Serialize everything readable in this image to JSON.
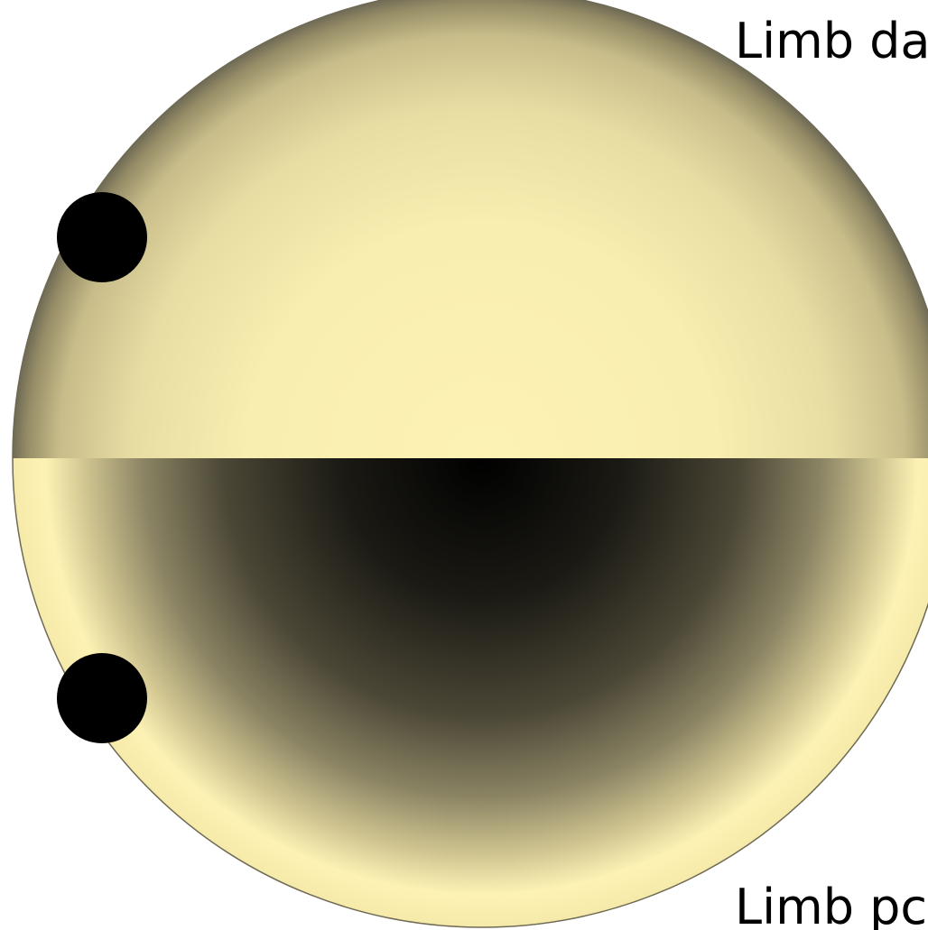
{
  "labels": {
    "top": "Limb da",
    "bottom": "Limb pc"
  },
  "colors": {
    "disk_bright": "#fdf2b4",
    "disk_dark": "#000000",
    "spot": "#000000",
    "outline": "#6f6a55"
  },
  "disk": {
    "upper_half": "limb-darkened",
    "lower_half": "limb-brightened"
  },
  "spots": [
    "spot-upper-left",
    "spot-lower-left"
  ]
}
